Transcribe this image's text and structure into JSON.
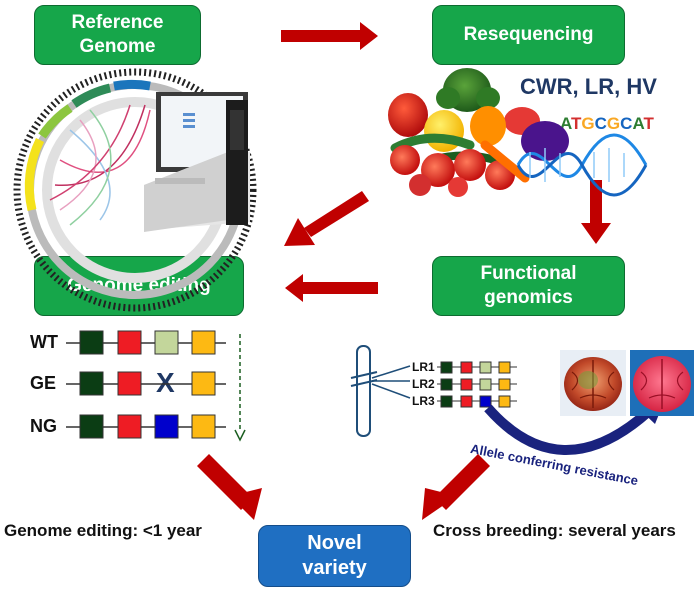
{
  "boxes": {
    "reference": "Reference\nGenome",
    "resequencing": "Resequencing",
    "genome_editing": "Genome editing",
    "functional": "Functional\ngenomics",
    "novel": "Novel\nvariety"
  },
  "labels": {
    "cwr": "CWR, LR, HV",
    "dna_seq": [
      "A",
      "T",
      "G",
      "C",
      "G",
      "C",
      "A",
      "T"
    ],
    "rows": [
      "WT",
      "GE",
      "NG"
    ],
    "knockout_mark": "X",
    "lr_rows": [
      "LR1",
      "LR2",
      "LR3"
    ],
    "allele": "Allele conferring resistance",
    "time_left": "Genome editing: <1 year",
    "time_right": "Cross breeding: several years"
  },
  "colors": {
    "box_green": "#16a64a",
    "box_blue": "#1f6fc2",
    "arrow_red": "#c00000",
    "gene_dark": "#0b3d14",
    "gene_red": "#ee1c24",
    "gene_light": "#c3d69b",
    "gene_gold": "#fdb913",
    "gene_blue": "#0000cc",
    "curve_blue": "#1a237e"
  },
  "dna_colors": [
    "#2e7d32",
    "#d32f2f",
    "#f9a825",
    "#1565c0",
    "#f9a825",
    "#1565c0",
    "#2e7d32",
    "#d32f2f"
  ]
}
